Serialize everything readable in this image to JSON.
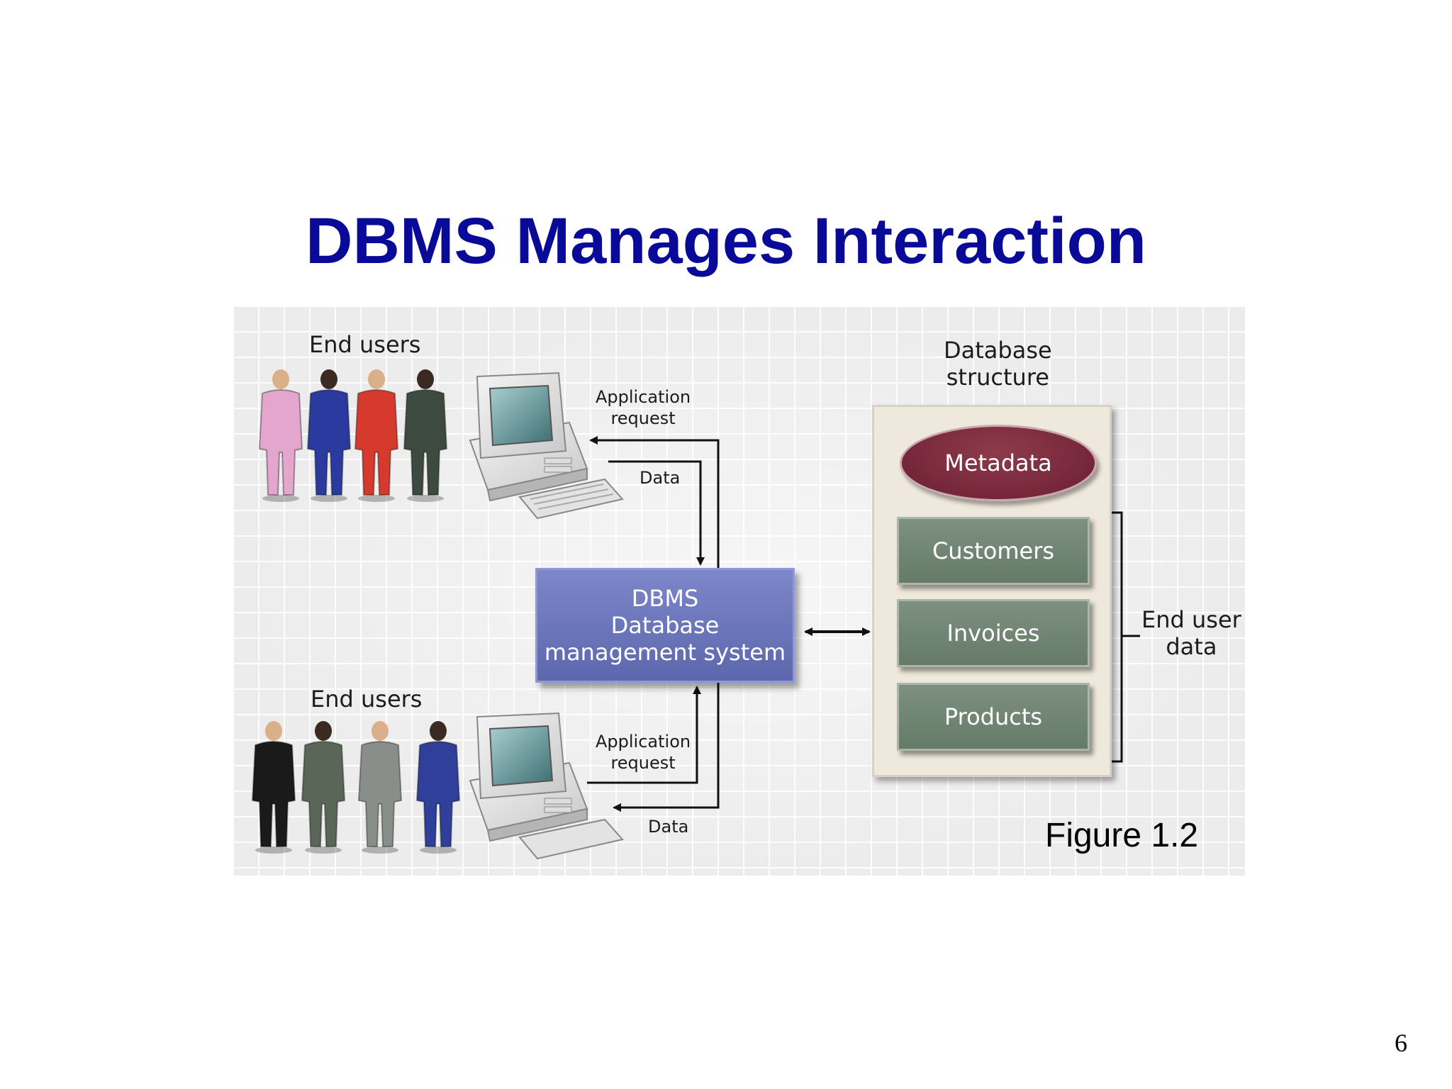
{
  "slide": {
    "title": "DBMS Manages Interaction",
    "page_number": "6"
  },
  "figure": {
    "caption": "Figure 1.2",
    "top_group": {
      "label": "End users",
      "request_label_line1": "Application",
      "request_label_line2": "request",
      "data_label": "Data",
      "people_colors": [
        "#e4a6cc",
        "#2b3a9e",
        "#d63a2c",
        "#3d4a40"
      ]
    },
    "bottom_group": {
      "label": "End users",
      "request_label_line1": "Application",
      "request_label_line2": "request",
      "data_label": "Data",
      "people_colors": [
        "#1a1a1a",
        "#5a6658",
        "#8a8e8a",
        "#2f3f9a"
      ]
    },
    "dbms": {
      "line1": "DBMS",
      "line2": "Database",
      "line3": "management system"
    },
    "database": {
      "heading_line1": "Database",
      "heading_line2": "structure",
      "metadata": "Metadata",
      "tables": [
        "Customers",
        "Invoices",
        "Products"
      ],
      "bracket_label_line1": "End user",
      "bracket_label_line2": "data"
    }
  }
}
